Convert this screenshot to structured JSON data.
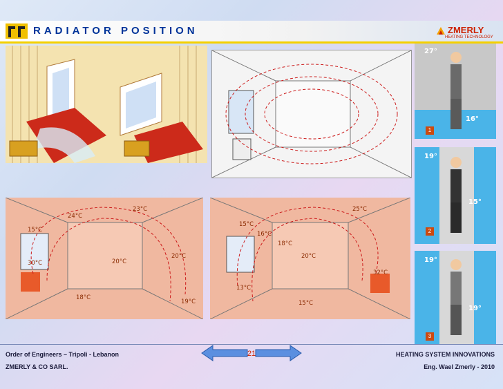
{
  "header": {
    "title": "RADIATOR POSITION",
    "brand_name": "ZMERLY",
    "brand_tagline": "HEATING TECHNOLOGY"
  },
  "panels": {
    "bottom_left_temps": [
      "24°C",
      "23°C",
      "15°C",
      "20°C",
      "20°C",
      "30°C",
      "18°C",
      "19°C"
    ],
    "bottom_right_temps": [
      "25°C",
      "15°C",
      "16°C",
      "18°C",
      "20°C",
      "32°C",
      "13°C",
      "15°C"
    ]
  },
  "sidebar": {
    "figures": [
      {
        "number": "1",
        "top_temp": "27°",
        "bottom_temp": "16°"
      },
      {
        "number": "2",
        "top_temp": "19°",
        "bottom_temp": "15°"
      },
      {
        "number": "3",
        "top_temp": "19°",
        "bottom_temp": "19°"
      }
    ]
  },
  "footer": {
    "org_line1": "Order of Engineers – Tripoli - Lebanon",
    "org_line2": "ZMERLY & CO SARL.",
    "page": "21",
    "right_line1": "HEATING SYSTEM  INNOVATIONS",
    "right_line2": "Eng. Wael Zmerly - 2010"
  },
  "colors": {
    "title": "#003399",
    "brand": "#cc2200",
    "accent_yellow": "#f4d000",
    "heat": "#e8643a"
  }
}
